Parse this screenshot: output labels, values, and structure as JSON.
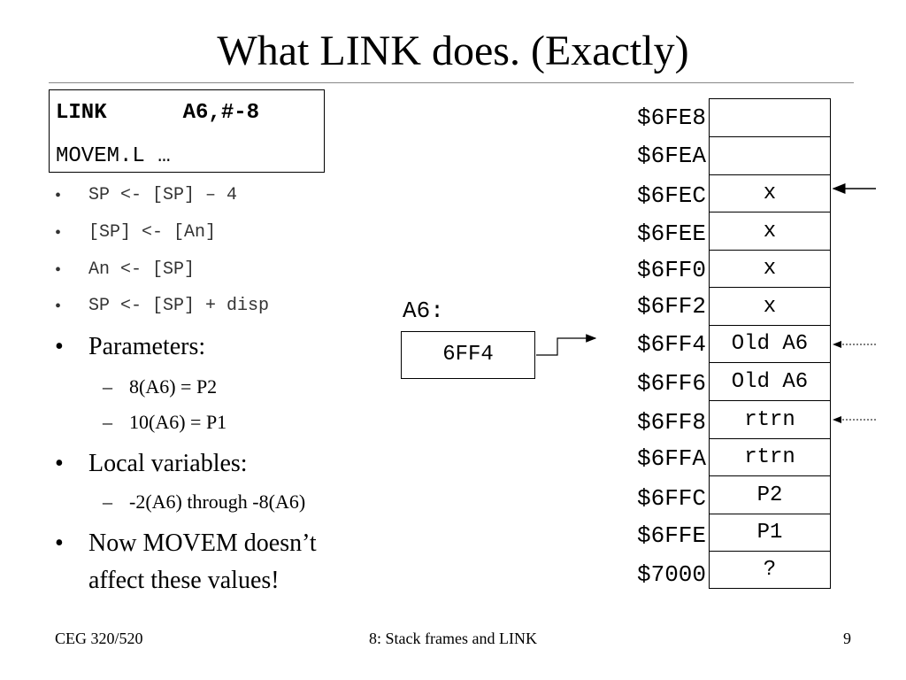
{
  "title": "What LINK does.  (Exactly)",
  "code": {
    "line1_op": "LINK",
    "line1_args": "A6,#-8",
    "line2": "MOVEM.L …"
  },
  "steps": [
    "SP <- [SP] – 4",
    "[SP] <- [An]",
    "An <- [SP]",
    "SP <- [SP] + disp"
  ],
  "bullets": {
    "parameters": "Parameters:",
    "param_items": [
      "8(A6) = P2",
      "10(A6) = P1"
    ],
    "locals": "Local variables:",
    "local_items": [
      "-2(A6) through -8(A6)"
    ],
    "movem_line1": "Now MOVEM doesn’t",
    "movem_line2": "affect these values!"
  },
  "register": {
    "label": "A6:",
    "value": "6FF4"
  },
  "memory": [
    {
      "addr": "$6FE8",
      "value": ""
    },
    {
      "addr": "$6FEA",
      "value": ""
    },
    {
      "addr": "$6FEC",
      "value": "x"
    },
    {
      "addr": "$6FEE",
      "value": "x"
    },
    {
      "addr": "$6FF0",
      "value": "x"
    },
    {
      "addr": "$6FF2",
      "value": "x"
    },
    {
      "addr": "$6FF4",
      "value": "Old A6"
    },
    {
      "addr": "$6FF6",
      "value": "Old A6"
    },
    {
      "addr": "$6FF8",
      "value": "rtrn"
    },
    {
      "addr": "$6FFA",
      "value": "rtrn"
    },
    {
      "addr": "$6FFC",
      "value": "P2"
    },
    {
      "addr": "$6FFE",
      "value": "P1"
    },
    {
      "addr": "$7000",
      "value": "?"
    }
  ],
  "footer": {
    "left": "CEG 320/520",
    "center": "8: Stack frames and LINK",
    "right": "9"
  }
}
